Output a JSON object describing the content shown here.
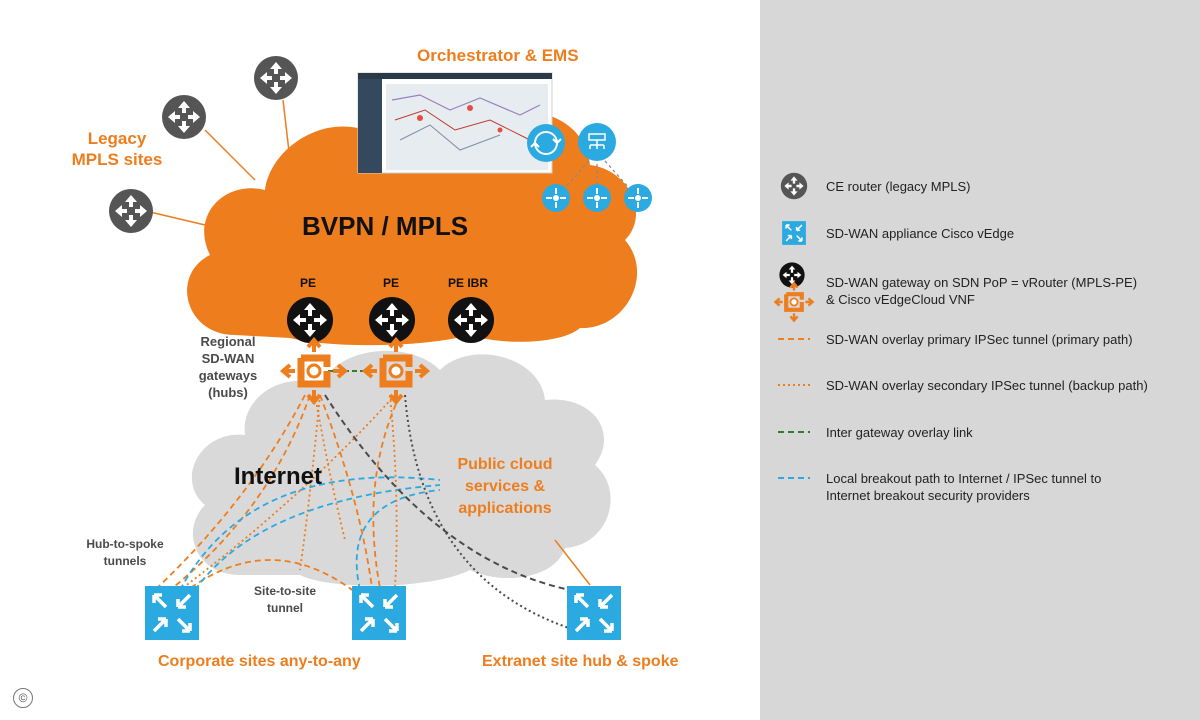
{
  "diagram": {
    "orchestrator_label": "Orchestrator & EMS",
    "legacy_mpls_label": "Legacy\nMPLS sites",
    "bvpn_label": "BVPN / MPLS",
    "pe_labels": [
      "PE",
      "PE",
      "PE IBR"
    ],
    "regional_gateways_label": "Regional\nSD-WAN\ngateways\n(hubs)",
    "internet_label": "Internet",
    "public_cloud_label": "Public cloud\nservices &\napplications",
    "hub_spoke_tunnels_label": "Hub-to-spoke\ntunnels",
    "site_to_site_label": "Site-to-site\ntunnel",
    "corporate_sites_label": "Corporate sites any-to-any",
    "extranet_label": "Extranet site hub & spoke",
    "copyright_symbol": "©"
  },
  "legend": {
    "items": [
      {
        "icon": "ce-router-icon",
        "text": "CE router (legacy MPLS)"
      },
      {
        "icon": "sdwan-appliance-icon",
        "text": "SD-WAN appliance Cisco vEdge"
      },
      {
        "icon": "sdwan-gateway-icon",
        "text": "SD-WAN gateway on SDN PoP = vRouter (MPLS-PE)\n& Cisco vEdgeCloud VNF"
      },
      {
        "icon": "orange-dashed-line",
        "text": "SD-WAN overlay primary IPSec tunnel (primary path)"
      },
      {
        "icon": "orange-dotted-line",
        "text": "SD-WAN overlay secondary IPSec tunnel (backup path)"
      },
      {
        "icon": "green-dashed-line",
        "text": "Inter gateway overlay link"
      },
      {
        "icon": "blue-dashed-line",
        "text": "Local breakout path to Internet / IPSec tunnel to\nInternet breakout security providers"
      }
    ]
  },
  "colors": {
    "orange": "#ee7d1e",
    "blue": "#2ba9e1",
    "gray_icon": "#555555",
    "black_icon": "#111111",
    "green": "#2e7d32",
    "cloud_gray": "#d9d9d9",
    "legend_bg": "#d7d7d8"
  }
}
